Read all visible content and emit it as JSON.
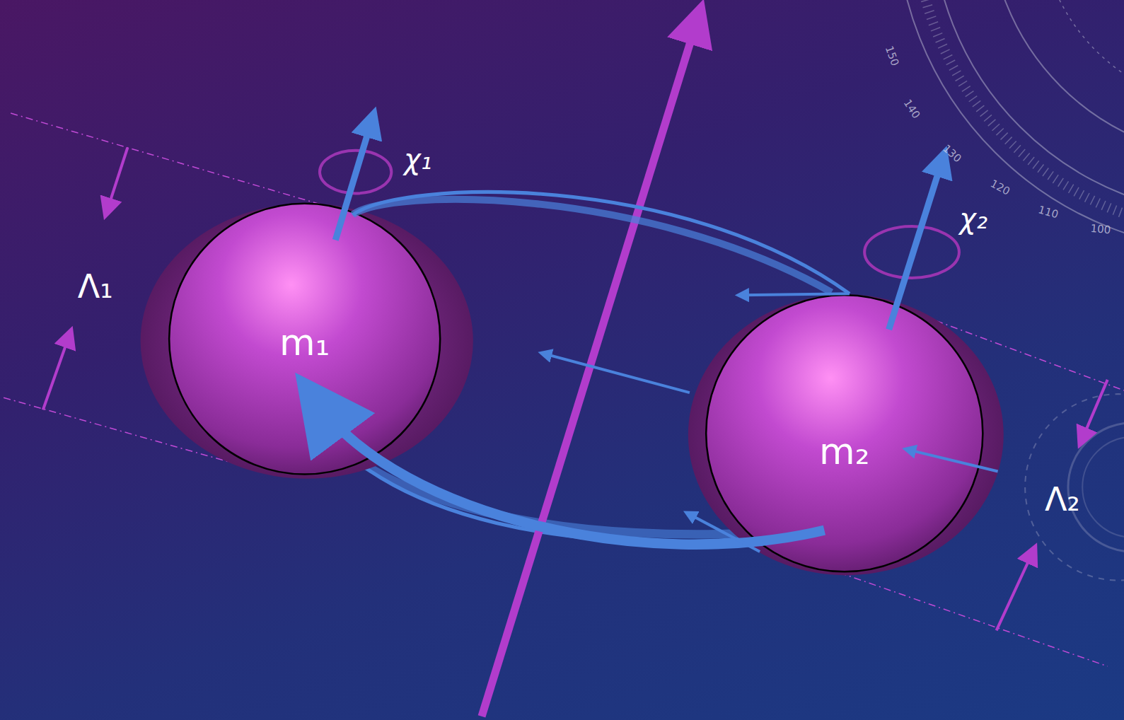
{
  "diagram": {
    "nodes": [
      {
        "text": [
          "m₁"
        ]
      },
      {
        "text": [
          "m₂"
        ]
      }
    ],
    "labels": [
      "χ₁",
      "χ₂",
      "Λ₁",
      "Λ₂",
      "150",
      "140",
      "130",
      "120",
      "110",
      "100"
    ]
  }
}
